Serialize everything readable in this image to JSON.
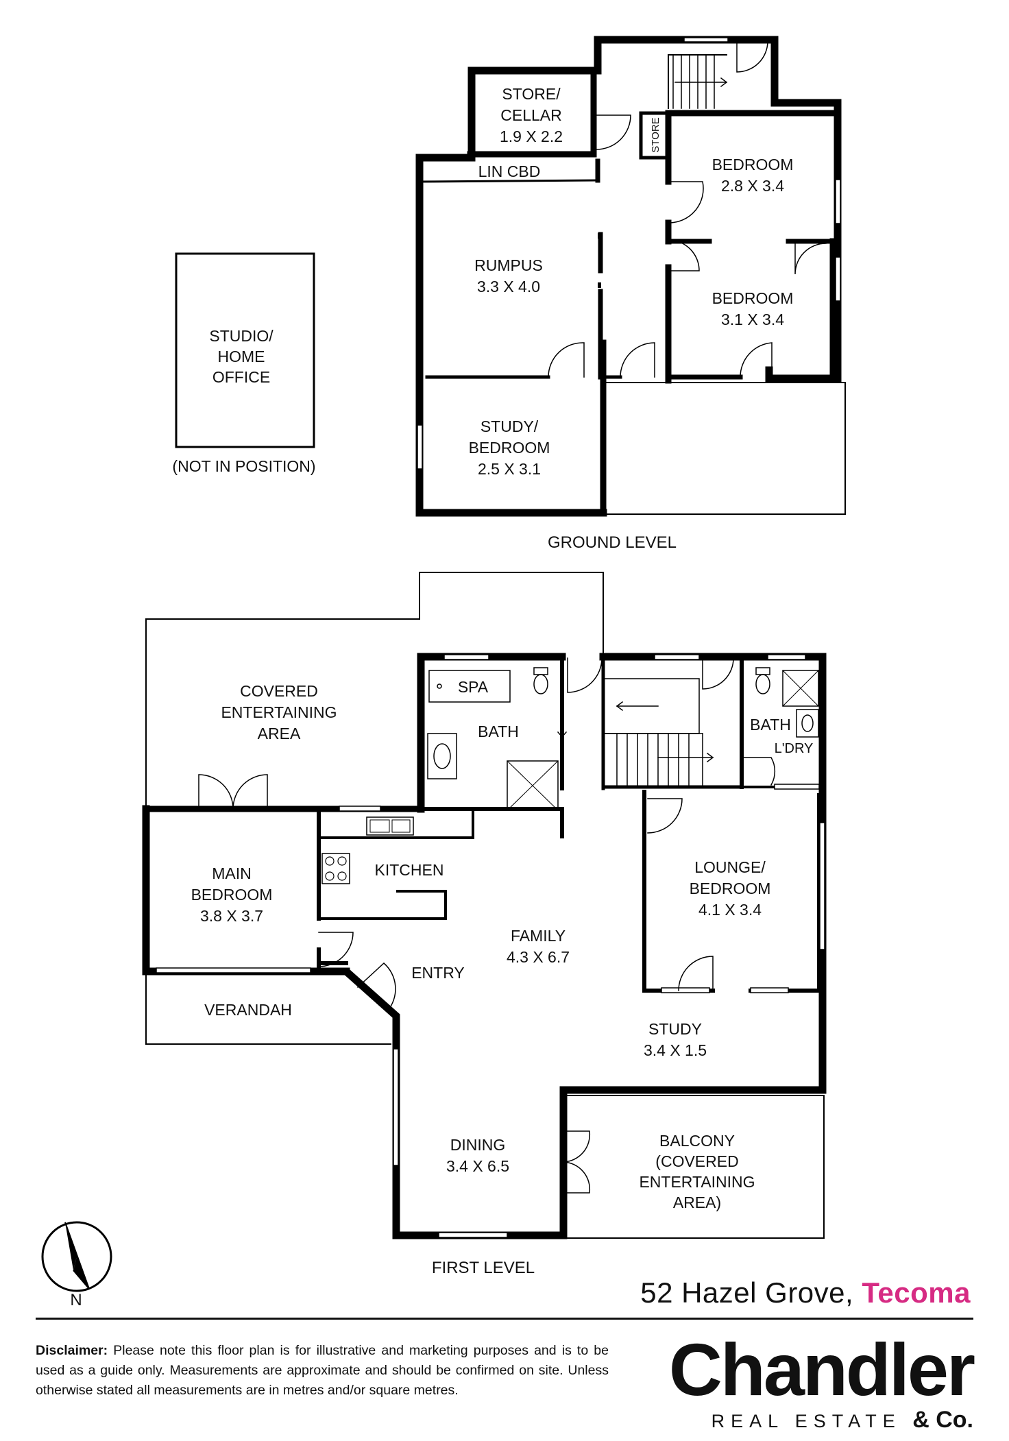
{
  "levels": {
    "ground": "GROUND LEVEL",
    "first": "FIRST LEVEL"
  },
  "ground_rooms": {
    "store_cellar": [
      "STORE/",
      "CELLAR",
      "1.9 X 2.2"
    ],
    "lin_cbd": "LIN CBD",
    "store_small": "STORE",
    "bedroom_a": [
      "BEDROOM",
      "2.8 X 3.4"
    ],
    "rumpus": [
      "RUMPUS",
      "3.3 X 4.0"
    ],
    "bedroom_b": [
      "BEDROOM",
      "3.1 X 3.4"
    ],
    "study_bedroom": [
      "STUDY/",
      "BEDROOM",
      "2.5 X 3.1"
    ]
  },
  "studio": {
    "label": [
      "STUDIO/",
      "HOME",
      "OFFICE"
    ],
    "note": "(NOT IN POSITION)"
  },
  "first_rooms": {
    "covered_entertaining": [
      "COVERED",
      "ENTERTAINING",
      "AREA"
    ],
    "spa": "SPA",
    "bath_main": "BATH",
    "bath_small": "BATH",
    "laundry": "L'DRY",
    "kitchen": "KITCHEN",
    "main_bedroom": [
      "MAIN",
      "BEDROOM",
      "3.8 X 3.7"
    ],
    "family": [
      "FAMILY",
      "4.3 X 6.7"
    ],
    "lounge_bedroom": [
      "LOUNGE/",
      "BEDROOM",
      "4.1 X 3.4"
    ],
    "entry": "ENTRY",
    "verandah": "VERANDAH",
    "study": [
      "STUDY",
      "3.4 X 1.5"
    ],
    "dining": [
      "DINING",
      "3.4 X 6.5"
    ],
    "balcony": [
      "BALCONY",
      "(COVERED",
      "ENTERTAINING",
      "AREA)"
    ]
  },
  "compass": {
    "label": "N",
    "icon": "north-arrow-icon"
  },
  "address": {
    "street": "52 Hazel Grove,",
    "suburb": "Tecoma",
    "suburb_color": "#d62b83"
  },
  "disclaimer": {
    "heading": "Disclaimer:",
    "body": " Please note this floor plan is for illustrative and marketing purposes and is to be used as a guide only. Measurements are approximate and should be confirmed on site.  Unless otherwise stated all measurements are in metres and/or square metres."
  },
  "brand": {
    "name": "Chandler",
    "sub": "REAL ESTATE",
    "co": "& Co."
  }
}
